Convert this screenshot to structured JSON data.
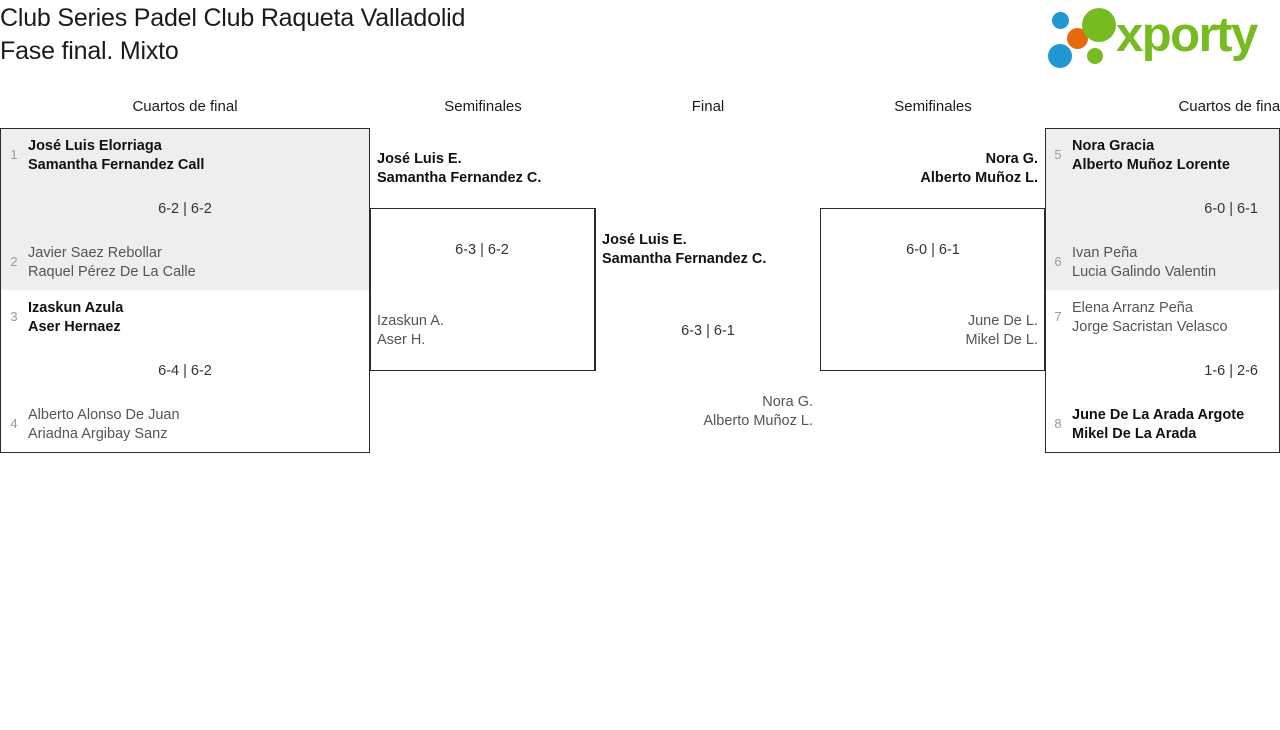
{
  "header": {
    "title": "Club Series Padel Club Raqueta Valladolid\nFase final. Mixto",
    "logo": {
      "wordmark": "xporty",
      "icon_name": "xporty-logo",
      "colors": {
        "green": "#76bc21",
        "blue": "#2196d3",
        "orange": "#e8690b"
      }
    }
  },
  "rounds": [
    {
      "label": "Cuartos de final"
    },
    {
      "label": "Semifinales"
    },
    {
      "label": "Final"
    },
    {
      "label": "Semifinales"
    },
    {
      "label": "Cuartos de final"
    }
  ],
  "bracket": {
    "left_quarterfinals": [
      {
        "score": "6-2 | 6-2",
        "top": {
          "seed": "1",
          "line1": "José Luis Elorriaga",
          "line2": "Samantha Fernandez Call",
          "result": "winner"
        },
        "bottom": {
          "seed": "2",
          "line1": "Javier Saez Rebollar",
          "line2": "Raquel Pérez De La Calle",
          "result": "loser"
        }
      },
      {
        "score": "6-4 | 6-2",
        "top": {
          "seed": "3",
          "line1": "Izaskun Azula",
          "line2": "Aser Hernaez",
          "result": "winner"
        },
        "bottom": {
          "seed": "4",
          "line1": "Alberto Alonso De Juan",
          "line2": "Ariadna Argibay Sanz",
          "result": "loser"
        }
      }
    ],
    "left_semifinal": {
      "score": "6-3 | 6-2",
      "top": {
        "line1": "José Luis E.",
        "line2": "Samantha Fernandez C.",
        "result": "winner"
      },
      "bottom": {
        "line1": "Izaskun A.",
        "line2": "Aser H.",
        "result": "loser"
      }
    },
    "final": {
      "score": "6-3 | 6-1",
      "top": {
        "line1": "José Luis E.",
        "line2": "Samantha Fernandez C.",
        "result": "winner"
      },
      "bottom": {
        "line1": "Nora G.",
        "line2": "Alberto Muñoz L.",
        "result": "loser"
      }
    },
    "right_semifinal": {
      "score": "6-0 | 6-1",
      "top": {
        "line1": "Nora G.",
        "line2": "Alberto Muñoz L.",
        "result": "winner"
      },
      "bottom": {
        "line1": "June De L.",
        "line2": "Mikel De L.",
        "result": "loser"
      }
    },
    "right_quarterfinals": [
      {
        "score": "6-0 | 6-1",
        "top": {
          "seed": "5",
          "line1": "Nora Gracia",
          "line2": "Alberto Muñoz Lorente",
          "result": "winner"
        },
        "bottom": {
          "seed": "6",
          "line1": "Ivan Peña",
          "line2": "Lucia Galindo Valentin",
          "result": "loser"
        }
      },
      {
        "score": "1-6 | 2-6",
        "top": {
          "seed": "7",
          "line1": "Elena Arranz Peña",
          "line2": "Jorge Sacristan Velasco",
          "result": "loser"
        },
        "bottom": {
          "seed": "8",
          "line1": "June De La Arada Argote",
          "line2": "Mikel De La Arada",
          "result": "winner"
        }
      }
    ]
  }
}
